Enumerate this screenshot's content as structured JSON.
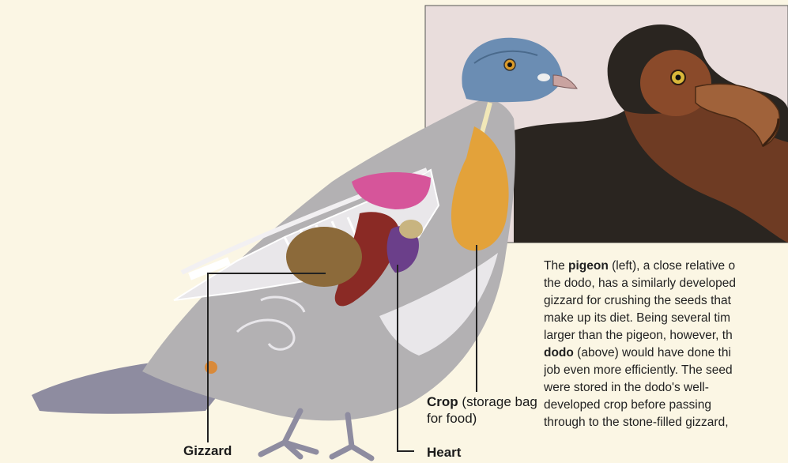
{
  "labels": {
    "crop_term": "Crop",
    "crop_desc_line1": "(storage bag",
    "crop_desc_line2": "for food)",
    "gizzard": "Gizzard",
    "heart": "Heart"
  },
  "caption": {
    "lines": [
      {
        "pre": "The ",
        "bold": "pigeon",
        "post": " (left), a close relative o"
      },
      {
        "pre": "the dodo, has a similarly developed",
        "bold": "",
        "post": ""
      },
      {
        "pre": "gizzard for crushing the seeds that",
        "bold": "",
        "post": ""
      },
      {
        "pre": "make up its diet. Being several tim",
        "bold": "",
        "post": ""
      },
      {
        "pre": "larger than the pigeon, however, th",
        "bold": "",
        "post": ""
      },
      {
        "pre": "",
        "bold": "dodo",
        "post": " (above) would have done thi"
      },
      {
        "pre": "job even more efficiently. The seed",
        "bold": "",
        "post": ""
      },
      {
        "pre": "were stored in the dodo's well-",
        "bold": "",
        "post": ""
      },
      {
        "pre": "developed crop before passing",
        "bold": "",
        "post": ""
      },
      {
        "pre": "through to the stone-filled gizzard,",
        "bold": "",
        "post": ""
      }
    ]
  },
  "colors": {
    "background": "#fbf6e4",
    "body": "#b3b1b3",
    "crop": "#e3a23a",
    "gizzard": "#8c6a3a",
    "heart": "#6b3f8a",
    "liver": "#8a2a25",
    "lung": "#d6559a",
    "pigeon_head": "#6b8db3",
    "dodo_feathers": "#2a2520",
    "dodo_beak": "#a0623a"
  }
}
